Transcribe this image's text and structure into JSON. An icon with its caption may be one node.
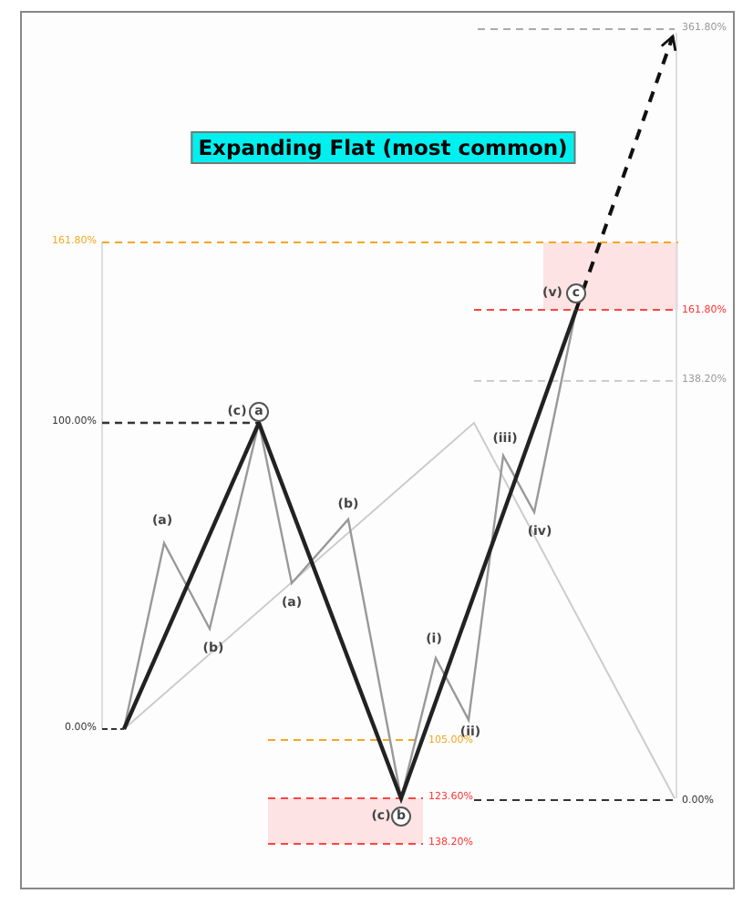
{
  "diagram": {
    "title": "Expanding Flat (most common)",
    "labels": [
      "361.80%",
      "161.80%",
      "(v)",
      "c",
      "161.80%",
      "138.20%",
      "(c)",
      "a",
      "100.00%",
      "(iii)",
      "(b)",
      "(a)",
      "(iv)",
      "(a)",
      "(b)",
      "(i)",
      "0.00%",
      "(ii)",
      "105.00%",
      "123.60%",
      "0.00%",
      "(c)",
      "b",
      "138.20%"
    ]
  }
}
